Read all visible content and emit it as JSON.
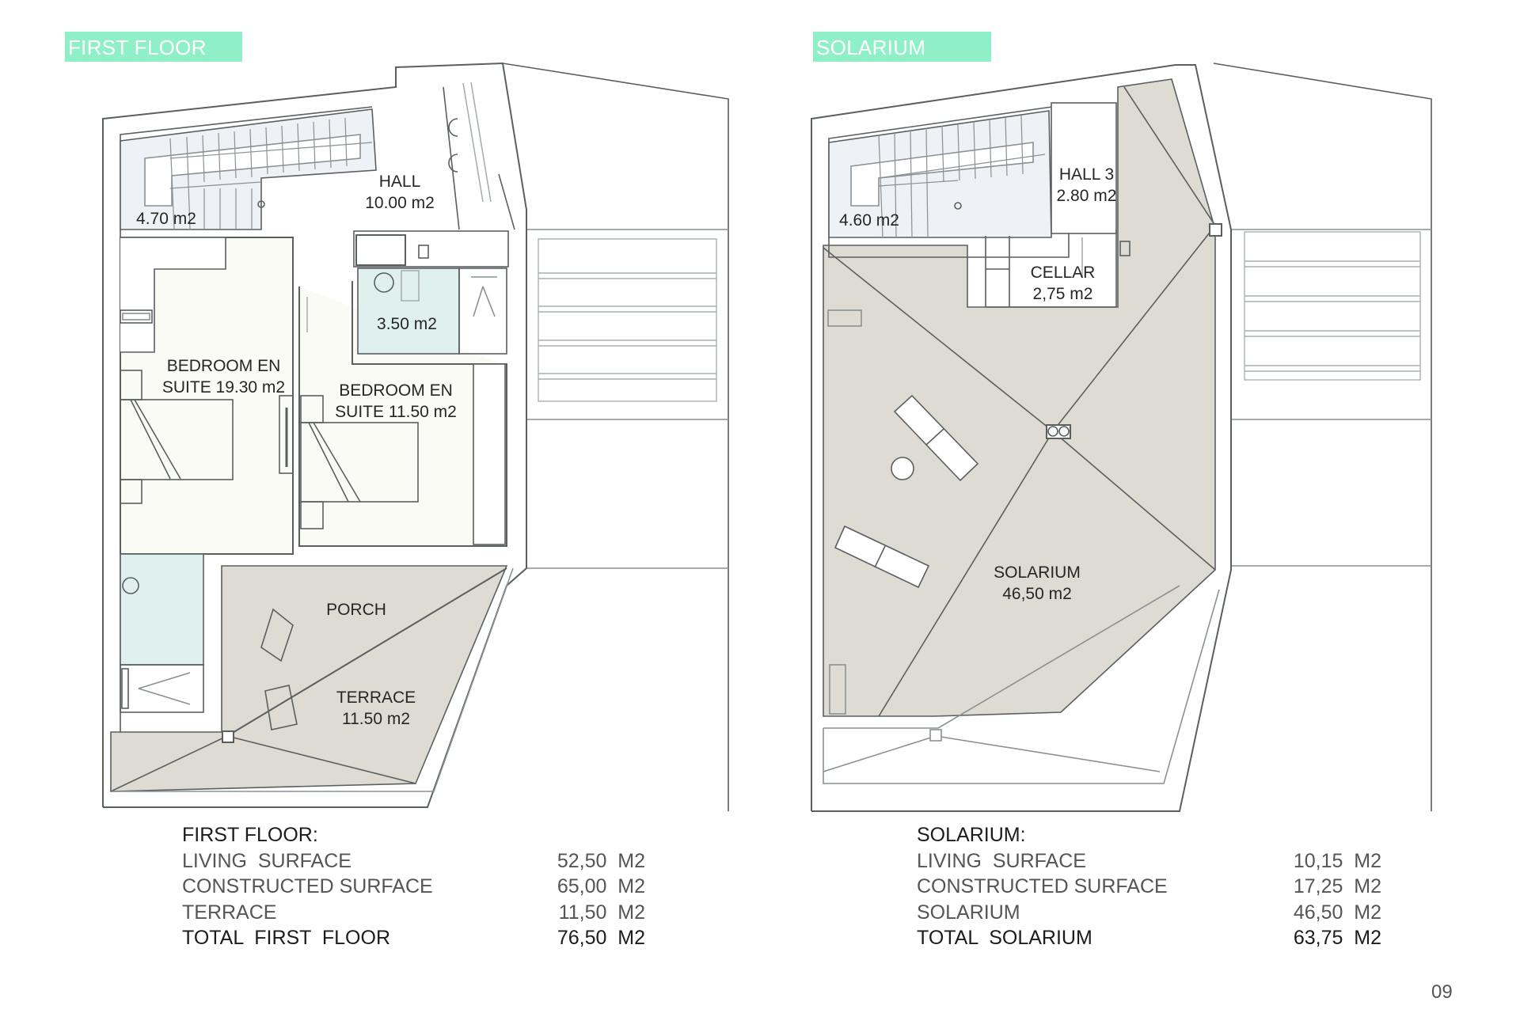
{
  "colors": {
    "badge_bg": "#8ff0c8",
    "badge_text": "#ffffff",
    "wall_line": "#5a5f60",
    "light_line": "#a9b0b2",
    "terrace_fill": "#dedbd2",
    "bedroom_fill": "#fafbf4",
    "bath_fill": "#dff0ee",
    "stair_fill": "#eef1f6"
  },
  "first_floor": {
    "badge": "FIRST FLOOR",
    "rooms": {
      "stair_area": "4.70 m2",
      "hall_name": "HALL",
      "hall_area": "10.00 m2",
      "bath_area": "3.50 m2",
      "bedroom1_line1": "BEDROOM EN",
      "bedroom1_line2": "SUITE 19.30 m2",
      "bedroom2_line1": "BEDROOM EN",
      "bedroom2_line2": "SUITE 11.50 m2",
      "porch": "PORCH",
      "terrace_name": "TERRACE",
      "terrace_area": "11.50 m2"
    },
    "summary": {
      "title": "FIRST FLOOR:",
      "rows": [
        {
          "label": "LIVING  SURFACE",
          "value": "52,50  M2"
        },
        {
          "label": "CONSTRUCTED SURFACE",
          "value": "65,00  M2"
        },
        {
          "label": "TERRACE",
          "value": "11,50  M2"
        }
      ],
      "total": {
        "label": "TOTAL  FIRST  FLOOR",
        "value": "76,50  M2"
      }
    }
  },
  "solarium": {
    "badge": "SOLARIUM",
    "rooms": {
      "stair_area": "4.60 m2",
      "hall_name": "HALL 3",
      "hall_area": "2.80 m2",
      "cellar_name": "CELLAR",
      "cellar_area": "2,75 m2",
      "solarium_name": "SOLARIUM",
      "solarium_area": "46,50 m2"
    },
    "summary": {
      "title": "SOLARIUM:",
      "rows": [
        {
          "label": "LIVING  SURFACE",
          "value": "10,15  M2"
        },
        {
          "label": "CONSTRUCTED SURFACE",
          "value": "17,25  M2"
        },
        {
          "label": "SOLARIUM",
          "value": "46,50  M2"
        }
      ],
      "total": {
        "label": "TOTAL  SOLARIUM",
        "value": "63,75  M2"
      }
    }
  },
  "page_number": "09"
}
